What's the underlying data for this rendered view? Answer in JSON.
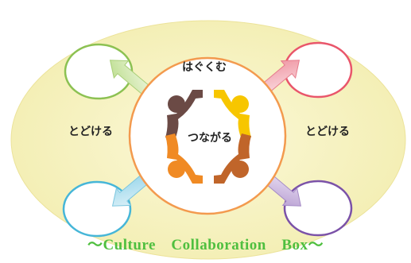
{
  "labels": {
    "top": "はぐくむ",
    "center": "つながる",
    "left": "とどける",
    "right": "とどける"
  },
  "caption": "～Culture　Collaboration　Box～",
  "colors": {
    "ellipse_fill": "#f8f4c4",
    "center_ring": "#f39a4e",
    "circle_top_left": "#8cc152",
    "circle_top_right": "#e9566b",
    "circle_bottom_left": "#46b6d8",
    "circle_bottom_right": "#7b52a8",
    "person_top_left": "#6b4a45",
    "person_top_right": "#f7c600",
    "person_bottom_left": "#f08a24",
    "person_bottom_right": "#c0652a",
    "caption": "#4fbf3f"
  },
  "icons": [
    "person-icon-brown",
    "person-icon-yellow",
    "person-icon-orange",
    "person-icon-rust",
    "arrow-icon-green",
    "arrow-icon-pink",
    "arrow-icon-blue",
    "arrow-icon-purple"
  ]
}
